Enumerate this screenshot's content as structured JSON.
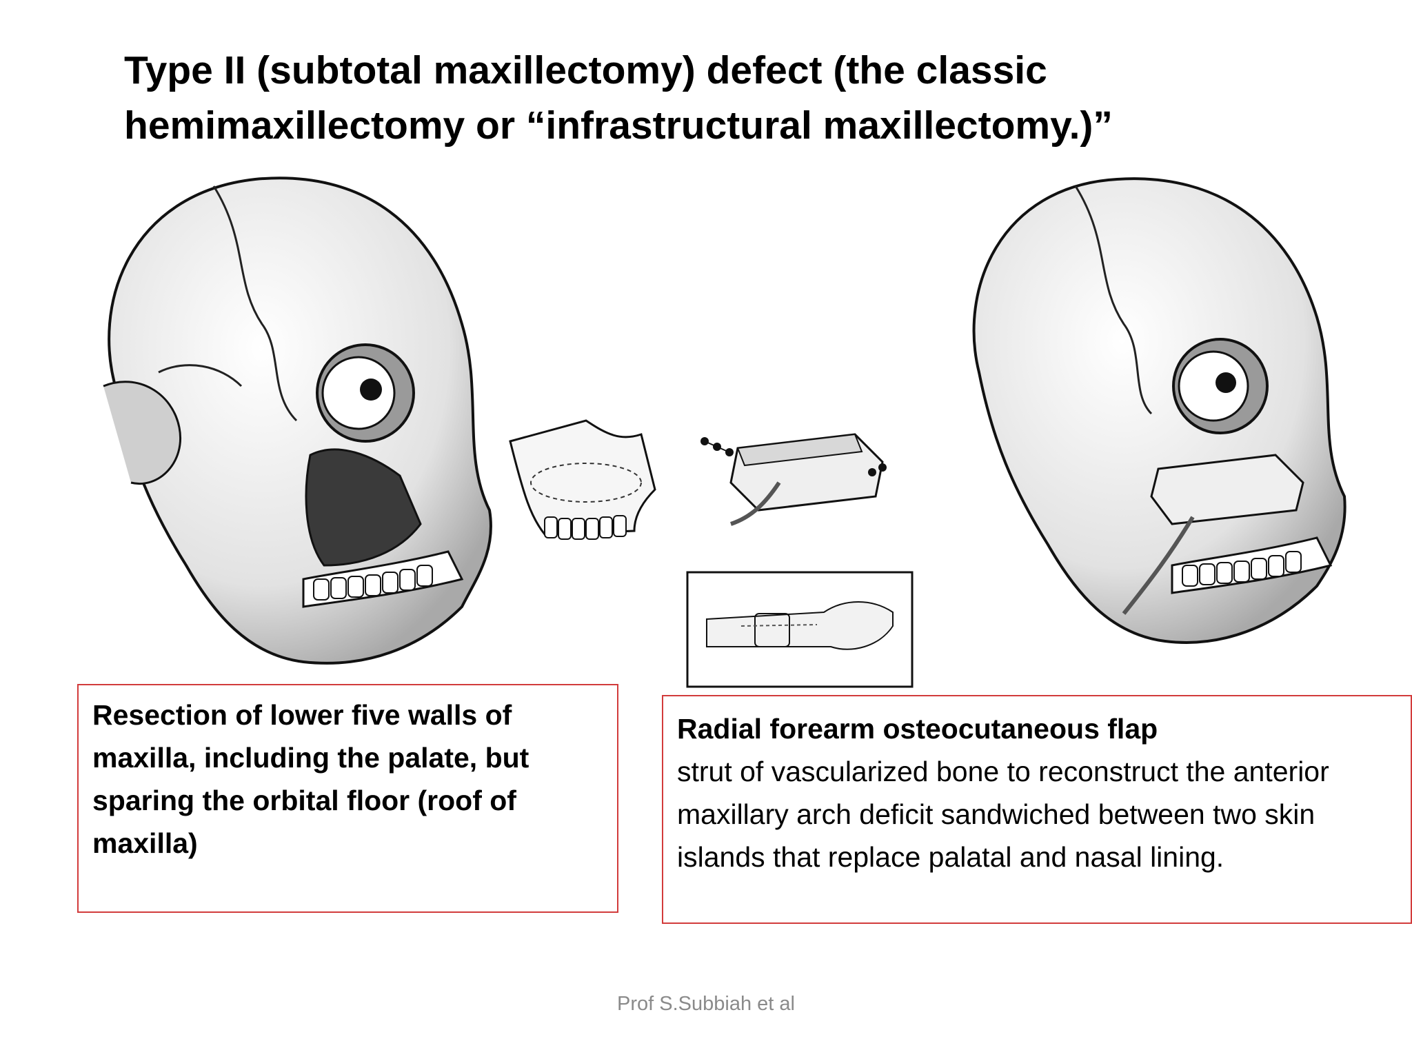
{
  "slide": {
    "title_lines": [
      "Type II (subtotal maxillectomy) defect (the classic",
      "hemimaxillectomy or “infrastructural maxillectomy.)”"
    ],
    "left_box": "Resection of lower five walls of maxilla, including the palate, but sparing the orbital floor (roof of maxilla)",
    "right_box": {
      "heading": "Radial forearm osteocutaneous flap",
      "body": " strut of vascularized bone to reconstruct the anterior maxillary arch deficit sandwiched between two skin islands that replace palatal and nasal lining."
    },
    "footer": "Prof S.Subbiah et al"
  },
  "colors": {
    "box_border": "#d23b3b",
    "footer_text": "#8a8a8a"
  }
}
